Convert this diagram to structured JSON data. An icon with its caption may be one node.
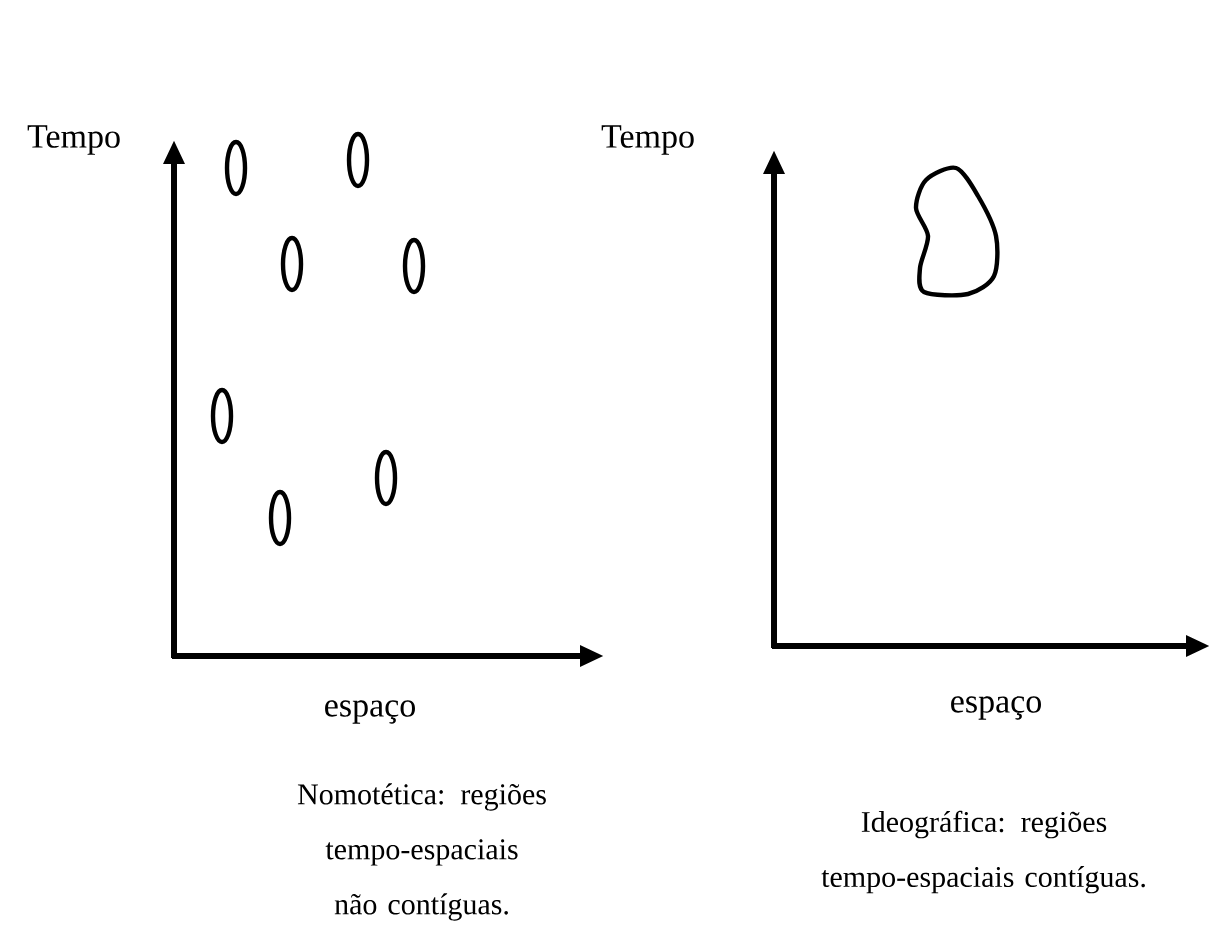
{
  "diagram": {
    "labels": [
      "Tempo",
      "Tempo",
      "espaço",
      "espaço",
      "Nomotética: regiões tempo-espaciais não contíguas.",
      "Ideográfica: regiões tempo-espaciais contíguas."
    ]
  }
}
